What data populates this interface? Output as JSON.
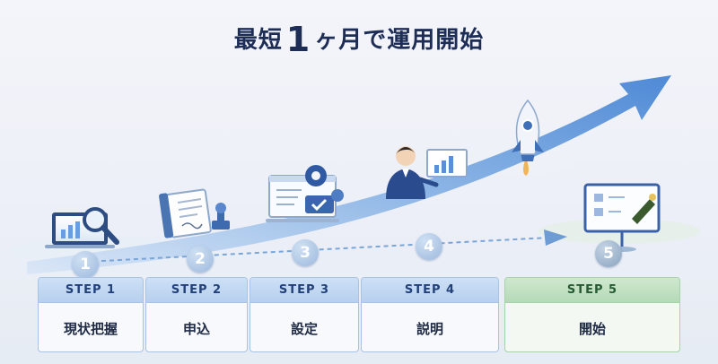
{
  "title": {
    "prefix": "最短",
    "number": "1",
    "suffix": "ヶ月で運用開始"
  },
  "steps": [
    {
      "number": "1",
      "label": "STEP 1",
      "name": "現状把握"
    },
    {
      "number": "2",
      "label": "STEP 2",
      "name": "申込"
    },
    {
      "number": "3",
      "label": "STEP 3",
      "name": "設定"
    },
    {
      "number": "4",
      "label": "STEP 4",
      "name": "説明"
    },
    {
      "number": "5",
      "label": "STEP 5",
      "name": "開始"
    }
  ],
  "colors": {
    "title": "#1d2d56",
    "arrow": "#5e95d8",
    "step_head": "#c4d9f2",
    "final_step": "#b9dcb9"
  },
  "icons": [
    "chart-magnifier-icon",
    "contract-stamp-icon",
    "settings-monitor-icon",
    "presenter-icon",
    "rocket-icon",
    "launch-board-icon"
  ]
}
